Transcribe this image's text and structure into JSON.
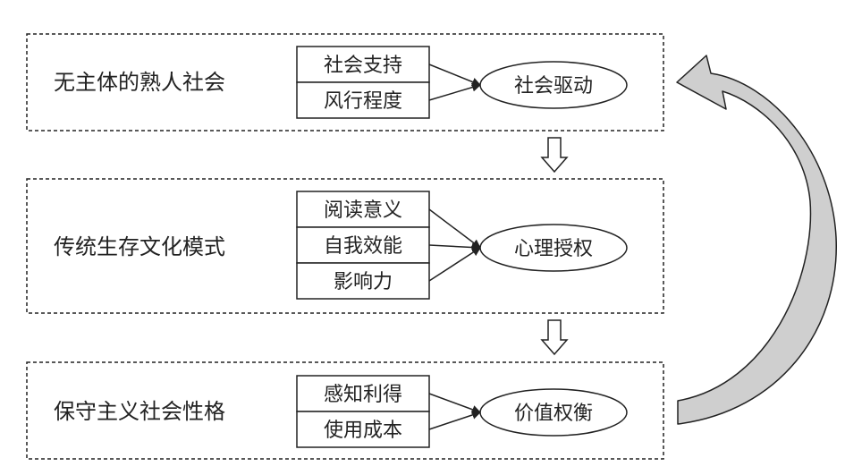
{
  "sections": [
    {
      "title": "无主体的熟人社会",
      "items": [
        "社会支持",
        "风行程度"
      ],
      "result": "社会驱动"
    },
    {
      "title": "传统生存文化模式",
      "items": [
        "阅读意义",
        "自我效能",
        "影响力"
      ],
      "result": "心理授权"
    },
    {
      "title": "保守主义社会性格",
      "items": [
        "感知利得",
        "使用成本"
      ],
      "result": "价值权衡"
    }
  ],
  "colors": {
    "line": "#222222",
    "feedback_fill": "#cfcfcf",
    "down_arrow_fill": "#ffffff"
  }
}
